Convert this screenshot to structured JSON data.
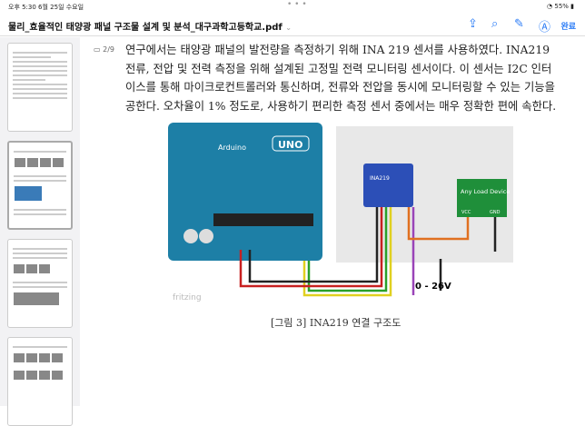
{
  "status": {
    "time": "오후 5:30  6월 25일 수요일",
    "battery": "55%"
  },
  "titlebar": {
    "title": "물리_효율적인 태양광 패널 구조물 설계 및 분석_대구과학고등학교.pdf",
    "done": "완료"
  },
  "page": {
    "indicator": "2/9"
  },
  "text": {
    "lines": [
      "연구에서는 태양광 패널의 발전량을 측정하기 위해 INA 219 센서를 사용하였다. INA219",
      "전류, 전압 및 전력 측정을 위해 설계된 고정밀 전력 모니터링 센서이다. 이 센서는 I2C 인터",
      "이스를 통해 마이크로컨트롤러와 통신하며, 전류와 전압을 동시에 모니터링할 수 있는 기능을",
      "공한다. 오차율이 1% 정도로, 사용하기 편리한 측정 센서 중에서는 매우 정확한 편에 속한다."
    ]
  },
  "figure": {
    "board": "UNO",
    "brand": "Arduino",
    "sensor": "INA219",
    "load": "Any Load Device",
    "vcc": "VCC",
    "gnd": "GND",
    "voltage": "0 - 26V",
    "watermark": "fritzing",
    "caption": "[그림 3] INA219 연결 구조도"
  }
}
